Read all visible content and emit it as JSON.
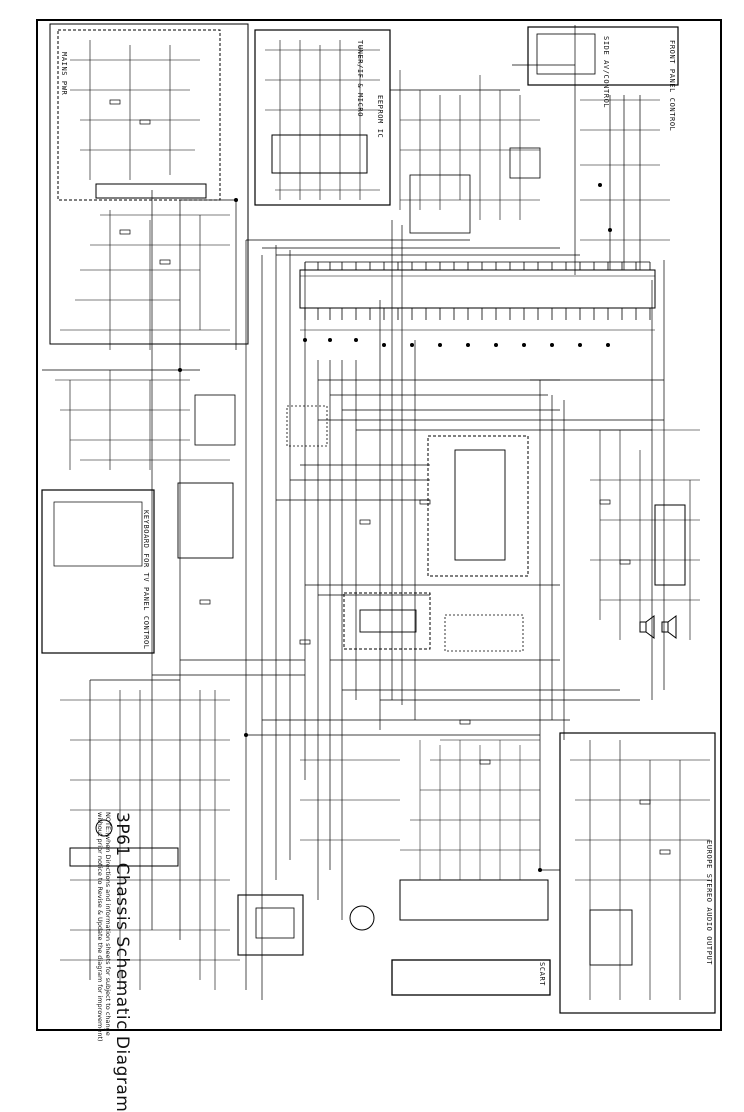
{
  "diagram": {
    "title": "3P61 Chassis Schematic Diagram",
    "note_line1": "NOTE:(when Directions and information sheets for subject to change",
    "note_line2": "without prior notice to Revise & Update the diagram for improvement)",
    "blocks": {
      "main_power": "MAINS PWR",
      "tuner_ic": "TUNER/IF & MICRO",
      "eprom": "EEPROM IC",
      "side_av": "SIDE AV/CONTROL",
      "front_panel": "FRONT PANEL CONTROL",
      "keyboard": "KEYBOARD FOR TV PANEL CONTROL",
      "scart": "SCART",
      "audio_out": "EUROPE STEREO AUDIO OUTPUT"
    }
  }
}
